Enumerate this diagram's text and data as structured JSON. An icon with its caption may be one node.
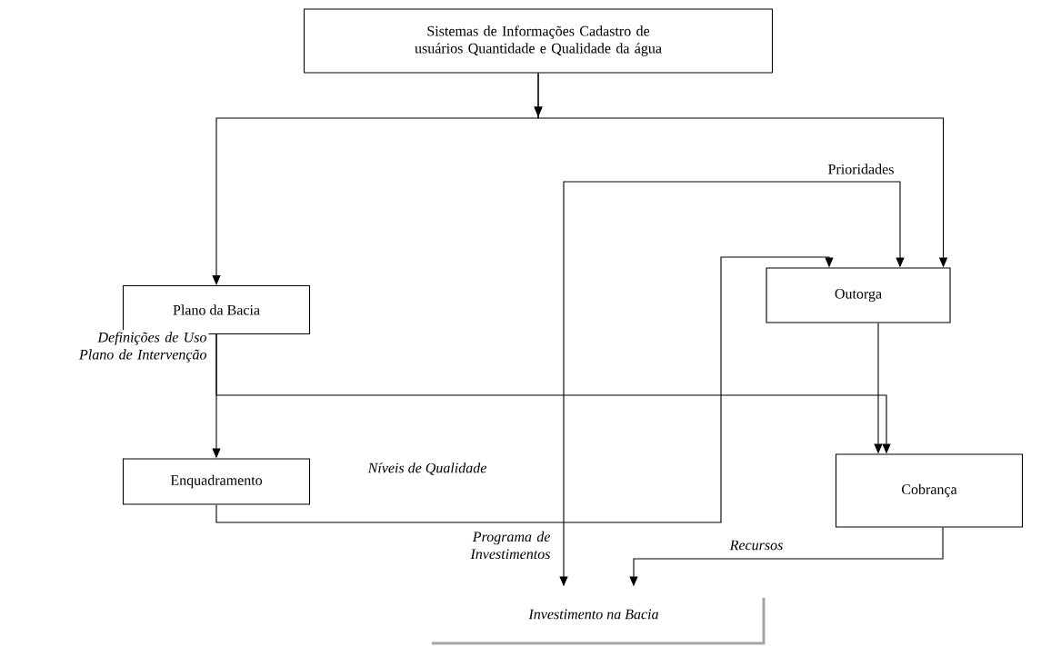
{
  "diagram": {
    "nodes": [
      {
        "text": [
          "Sistemas de Informações Cadastro de usuários Quantidade e Qualidade da água"
        ]
      },
      {
        "text": [
          "Plano da Bacia"
        ]
      },
      {
        "text": [
          "Outorga"
        ]
      },
      {
        "text": [
          "Enquadramento"
        ]
      },
      {
        "text": [
          "Cobrança"
        ]
      },
      {
        "text": [
          "Investimento na Bacia"
        ]
      }
    ],
    "edges": [
      {
        "from": 0,
        "to": 1,
        "arrow": "to"
      },
      {
        "from": 0,
        "to": 2,
        "arrow": "to"
      },
      {
        "from": 1,
        "to": 3,
        "arrow": "to",
        "label": "Definições de Uso Plano de Intervenção"
      },
      {
        "from": 1,
        "to": 4,
        "arrow": "to"
      },
      {
        "from": 2,
        "to": 4,
        "arrow": "to"
      },
      {
        "from": 3,
        "to": 2,
        "arrow": "to",
        "label": "Níveis de Qualidade"
      },
      {
        "from": 5,
        "to": 2,
        "arrow": "both",
        "label": "Prioridades"
      },
      {
        "from": 4,
        "to": 5,
        "arrow": "to",
        "label": "Recursos"
      }
    ],
    "labels": [
      "Programa de Investimentos"
    ]
  }
}
